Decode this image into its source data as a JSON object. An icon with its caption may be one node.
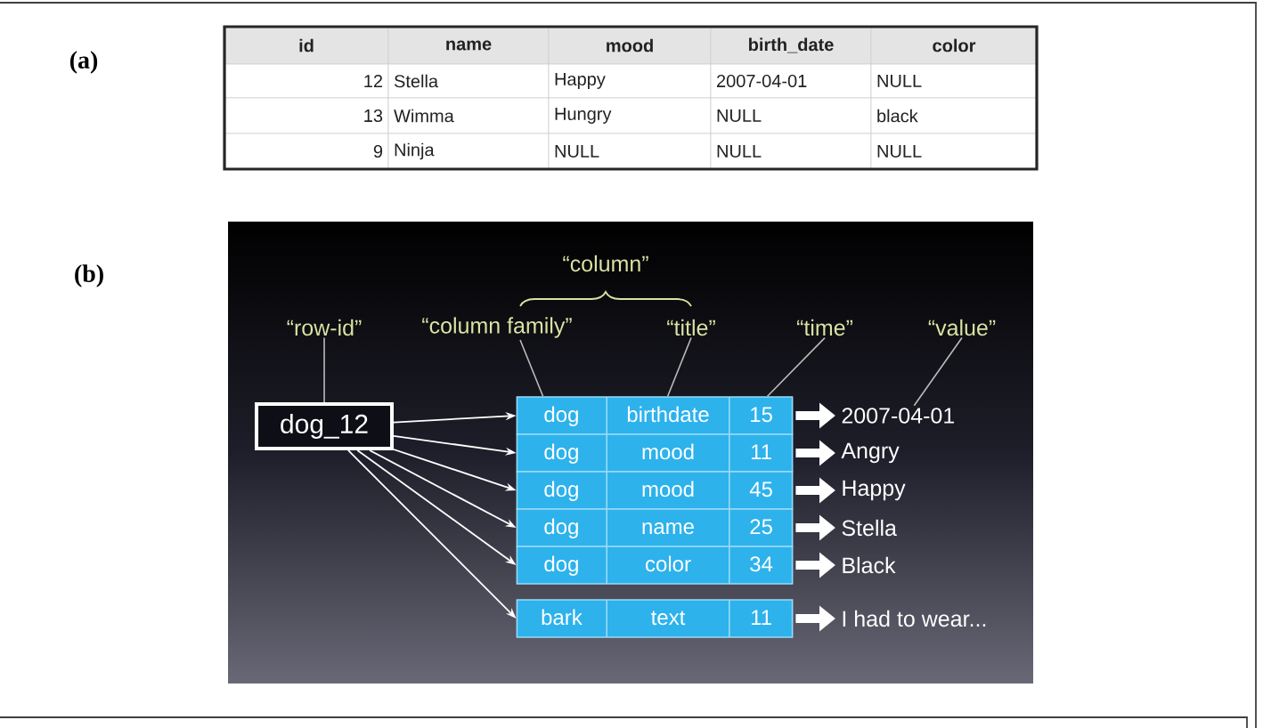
{
  "diagram": {
    "nodes": [
      {
        "text": [
          "“row-id”"
        ]
      },
      {
        "text": [
          "“column family”"
        ]
      },
      {
        "text": [
          "“title”"
        ]
      },
      {
        "text": [
          "“time”"
        ]
      },
      {
        "text": [
          "“value”"
        ]
      },
      {
        "text": [
          "dog_12"
        ]
      },
      {
        "text": [
          "dog",
          "birthdate",
          "15"
        ]
      },
      {
        "text": [
          "dog",
          "mood",
          "11"
        ]
      },
      {
        "text": [
          "dog",
          "mood",
          "45"
        ]
      },
      {
        "text": [
          "dog",
          "name",
          "25"
        ]
      },
      {
        "text": [
          "dog",
          "color",
          "34"
        ]
      },
      {
        "text": [
          "bark",
          "text",
          "11"
        ]
      },
      {
        "text": [
          "2007-04-01"
        ]
      },
      {
        "text": [
          "Angry"
        ]
      },
      {
        "text": [
          "Happy"
        ]
      },
      {
        "text": [
          "Stella"
        ]
      },
      {
        "text": [
          "Black"
        ]
      },
      {
        "text": [
          "I had to wear..."
        ]
      }
    ],
    "edges": [
      {
        "from": 0,
        "to": 5,
        "arrow": "none",
        "color": "#bbbbbb"
      },
      {
        "from": 1,
        "to": 6,
        "arrow": "none",
        "color": "#bbbbbb"
      },
      {
        "from": 2,
        "to": 6,
        "arrow": "none",
        "color": "#bbbbbb"
      },
      {
        "from": 3,
        "to": 6,
        "arrow": "none",
        "color": "#bbbbbb"
      },
      {
        "from": 4,
        "to": 12,
        "arrow": "none",
        "color": "#bbbbbb"
      },
      {
        "from": 5,
        "to": 6,
        "arrow": "to"
      },
      {
        "from": 5,
        "to": 7,
        "arrow": "to"
      },
      {
        "from": 5,
        "to": 8,
        "arrow": "to"
      },
      {
        "from": 5,
        "to": 9,
        "arrow": "to"
      },
      {
        "from": 5,
        "to": 10,
        "arrow": "to"
      },
      {
        "from": 5,
        "to": 11,
        "arrow": "to"
      },
      {
        "from": 6,
        "to": 12,
        "arrow": "to",
        "style": "thick"
      },
      {
        "from": 7,
        "to": 13,
        "arrow": "to",
        "style": "thick"
      },
      {
        "from": 8,
        "to": 14,
        "arrow": "to",
        "style": "thick"
      },
      {
        "from": 9,
        "to": 15,
        "arrow": "to",
        "style": "thick"
      },
      {
        "from": 10,
        "to": 16,
        "arrow": "to",
        "style": "thick"
      },
      {
        "from": 11,
        "to": 17,
        "arrow": "to",
        "style": "thick"
      }
    ],
    "labels": [
      "(a)",
      "id",
      "name",
      "mood",
      "birth_date",
      "color",
      "12",
      "Stella",
      "Happy",
      "2007-04-01",
      "NULL",
      "13",
      "Wimma",
      "Hungry",
      "NULL",
      "black",
      "9",
      "Ninja",
      "NULL",
      "NULL",
      "NULL",
      "(b)",
      "“column”"
    ]
  }
}
